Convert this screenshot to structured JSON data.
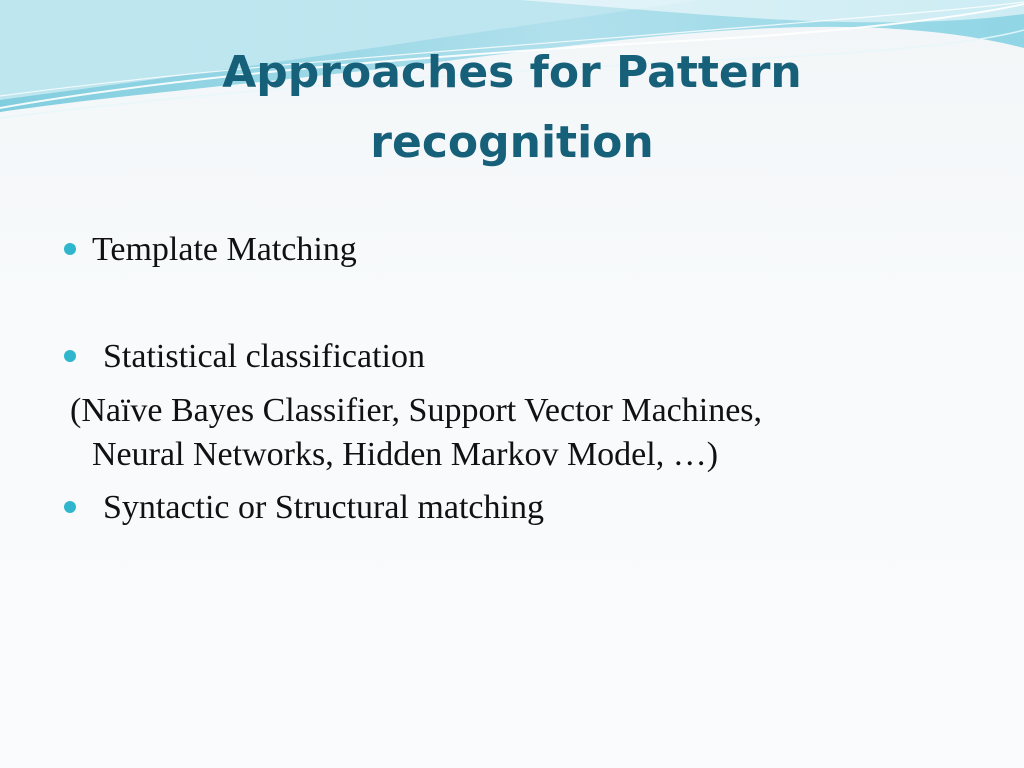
{
  "slide": {
    "title": "Approaches for Pattern recognition",
    "bullets": [
      {
        "text": "Template Matching"
      },
      {
        "text": "Statistical classification"
      },
      {
        "text": "Syntactic or Structural matching"
      }
    ],
    "sub_lines": [
      "(Naïve Bayes Classifier, Support Vector Machines,",
      "Neural Networks, Hidden Markov Model, …)"
    ]
  },
  "colors": {
    "title": "#17607a",
    "bullet": "#2fb6cc",
    "body_text": "#111111",
    "wave_light": "#c8e9f1",
    "wave_mid": "#8fd3e3"
  }
}
